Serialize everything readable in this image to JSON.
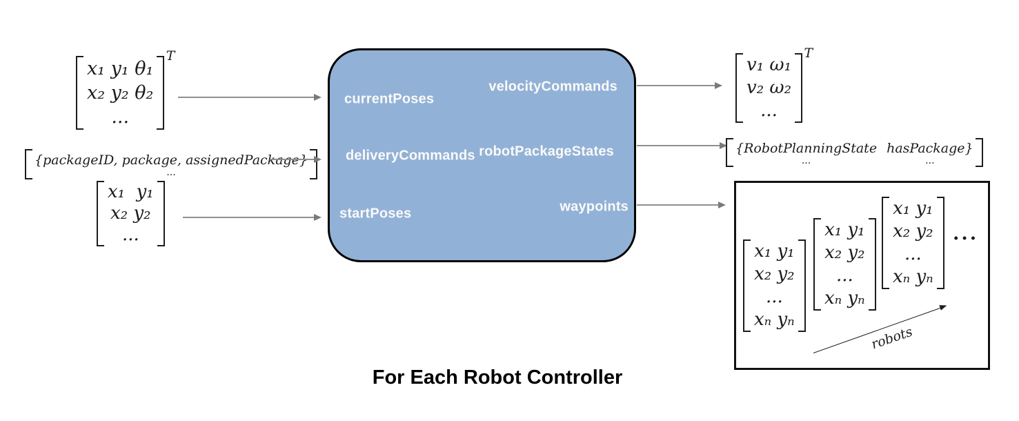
{
  "title": "For Each Robot Controller",
  "colors": {
    "block_fill": "#92b1d6",
    "block_border": "#000000",
    "arrow_gray": "#8f8f8f",
    "math_ink": "#1c1c1c"
  },
  "block": {
    "inputs": [
      "currentPoses",
      "deliveryCommands",
      "startPoses"
    ],
    "outputs": [
      "velocityCommands",
      "robotPackageStates",
      "waypoints"
    ]
  },
  "io": {
    "current_poses": {
      "rows": [
        "x₁ y₁ θ₁",
        "x₂ y₂ θ₂",
        "..."
      ],
      "superscript": "T"
    },
    "delivery_commands": {
      "line": "{packageID, package, assignedPackage}",
      "ellipsis": "..."
    },
    "start_poses": {
      "rows": [
        "x₁  y₁",
        "x₂ y₂",
        "..."
      ]
    },
    "velocity_commands": {
      "rows": [
        "v₁ ω₁",
        "v₂ ω₂",
        "..."
      ],
      "superscript": "T"
    },
    "robot_package_states": {
      "columns": [
        {
          "top": "{RobotPlanningState",
          "bottom": "..."
        },
        {
          "top": "hasPackage}",
          "bottom": "..."
        }
      ]
    },
    "waypoints": {
      "matrix_rows": [
        "x₁ y₁",
        "x₂ y₂",
        "...",
        "xₙ yₙ"
      ],
      "trailing_ellipsis": "...",
      "axis_label": "robots"
    }
  }
}
